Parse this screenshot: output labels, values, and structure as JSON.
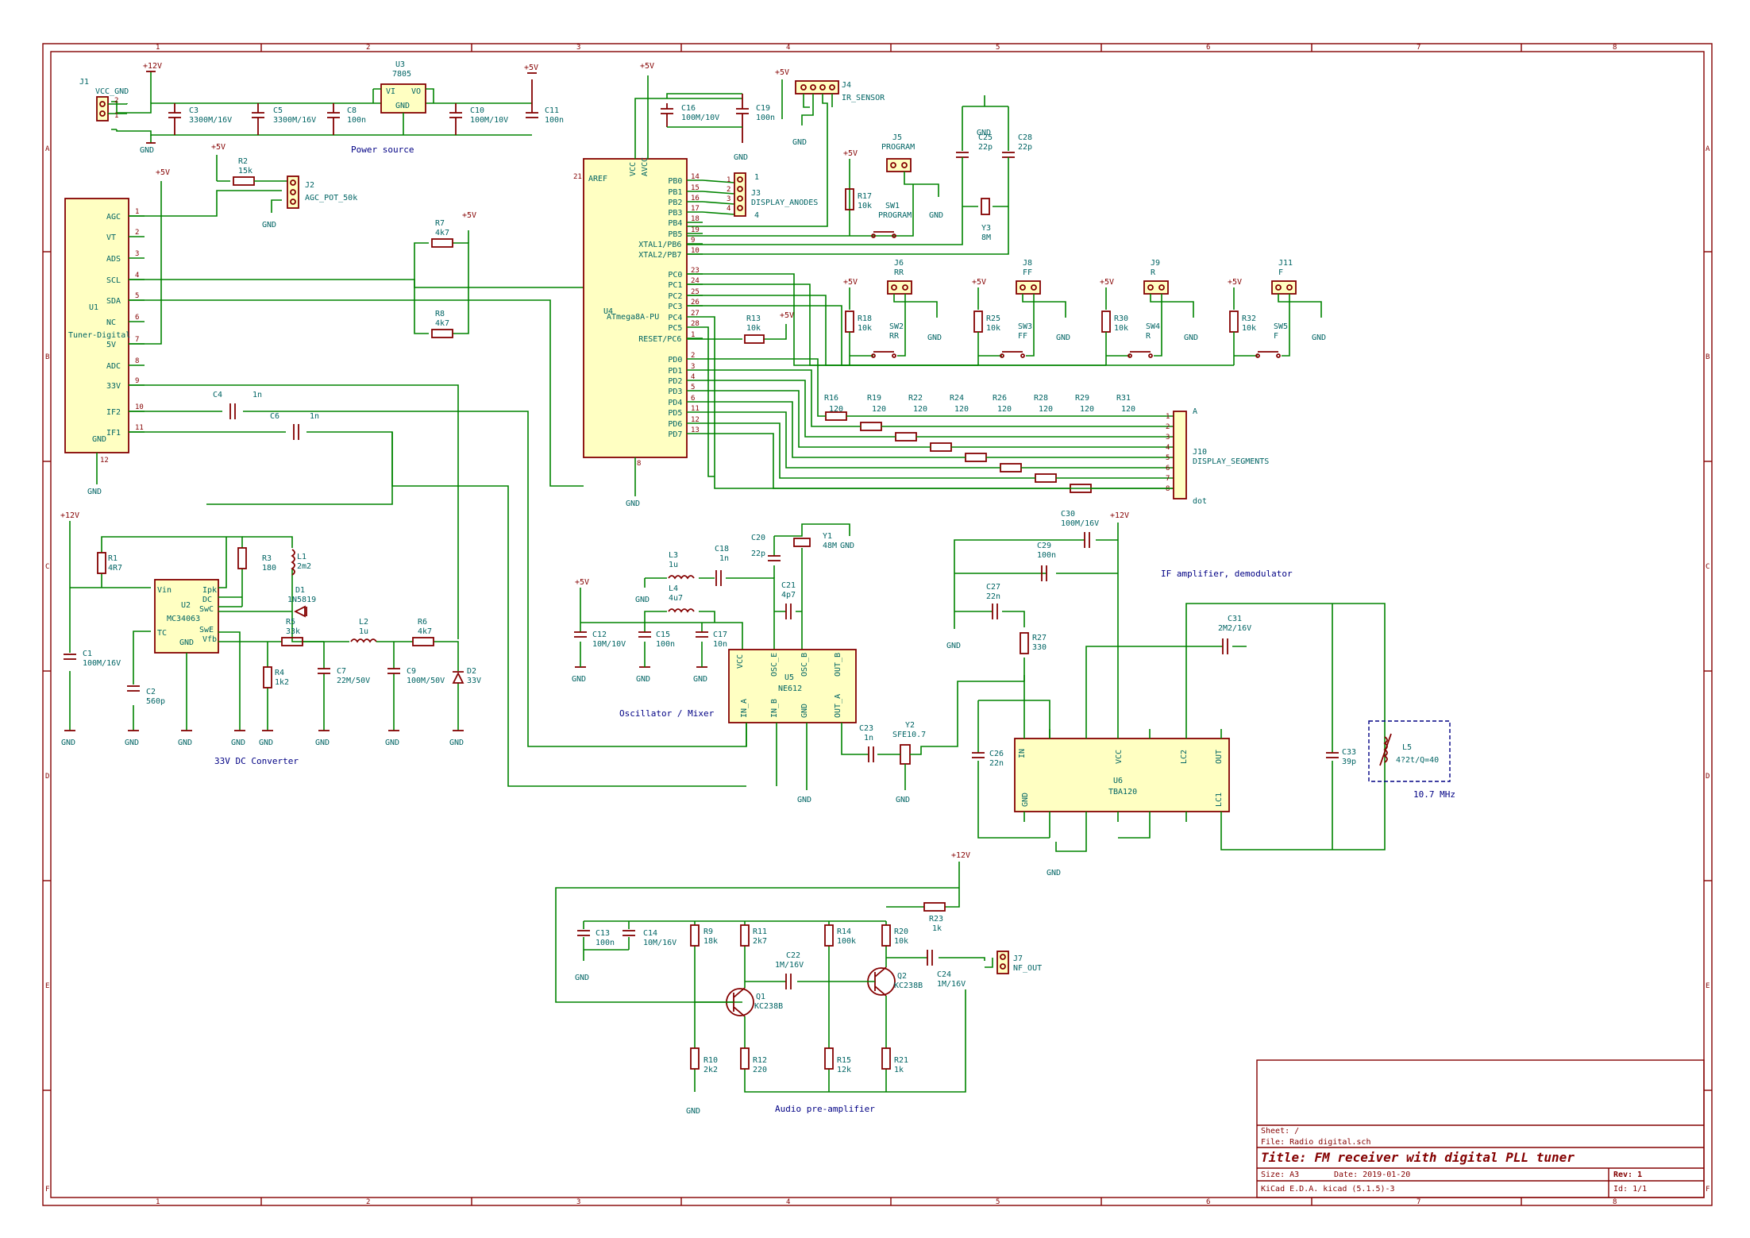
{
  "sheet": {
    "sheet_name": "Sheet: /",
    "file": "File: Radio digital.sch",
    "title": "Title: FM receiver with digital PLL tuner",
    "size": "Size: A3",
    "date": "Date: 2019-01-20",
    "rev": "Rev: 1",
    "tool": "KiCad E.D.A.  kicad (5.1.5)-3",
    "id": "Id: 1/1"
  },
  "grid": {
    "cols": [
      "1",
      "2",
      "3",
      "4",
      "5",
      "6",
      "7",
      "8"
    ],
    "rows": [
      "A",
      "B",
      "C",
      "D",
      "E",
      "F"
    ]
  },
  "sections": {
    "power": "Power source",
    "dcdc": "33V DC Converter",
    "osc": "Oscillator / Mixer",
    "if": "IF amplifier, demodulator",
    "audio": "Audio pre-amplifier",
    "freq": "10.7 MHz"
  },
  "labels": {
    "p12v": "+12V",
    "p5v": "+5V",
    "gnd": "GND",
    "j1": "J1",
    "j1v": "VCC_GND",
    "c3": "C3",
    "c3v": "3300M/16V",
    "c5": "C5",
    "c5v": "3300M/16V",
    "c8": "C8",
    "c8v": "100n",
    "u3": "U3",
    "u3v": "7805",
    "vi": "VI",
    "vo": "VO",
    "c10": "C10",
    "c10v": "100M/10V",
    "c11": "C11",
    "c11v": "100n",
    "r2": "R2",
    "r2v": "15k",
    "j2": "J2",
    "j2v": "AGC_POT_50k",
    "u1": "U1",
    "u1v": "Tuner-Digital",
    "u1p": [
      "AGC",
      "VT",
      "ADS",
      "SCL",
      "SDA",
      "NC",
      "5V",
      "ADC",
      "33V",
      "IF2",
      "IF1",
      "GND"
    ],
    "u1n": [
      "1",
      "2",
      "3",
      "4",
      "5",
      "6",
      "7",
      "8",
      "9",
      "10",
      "11",
      "12"
    ],
    "r7": "R7",
    "r7v": "4k7",
    "r8": "R8",
    "r8v": "4k7",
    "c4": "C4",
    "c4v": "1n",
    "c6": "C6",
    "c6v": "1n",
    "u4": "U4",
    "u4v": "ATmega8A-PU",
    "aref": "AREF",
    "vcc": "VCC",
    "avcc": "AVCC",
    "u4l": [
      "PB0",
      "PB1",
      "PB2",
      "PB3",
      "PB4",
      "PB5",
      "XTAL1/PB6",
      "XTAL2/PB7",
      "PC0",
      "PC1",
      "PC2",
      "PC3",
      "PC4",
      "PC5",
      "RESET/PC6",
      "PD0",
      "PD1",
      "PD2",
      "PD3",
      "PD4",
      "PD5",
      "PD6",
      "PD7"
    ],
    "u4n": [
      "14",
      "15",
      "16",
      "17",
      "18",
      "19",
      "9",
      "10",
      "23",
      "24",
      "25",
      "26",
      "27",
      "28",
      "1",
      "2",
      "3",
      "4",
      "5",
      "6",
      "11",
      "12",
      "13"
    ],
    "c16": "C16",
    "c16v": "100M/10V",
    "c19": "C19",
    "c19v": "100n",
    "j4": "J4",
    "j4v": "IR_SENSOR",
    "j3": "J3",
    "j3v": "DISPLAY_ANODES",
    "r17": "R17",
    "r17v": "10k",
    "j5": "J5",
    "j5v": "PROGRAM",
    "sw1": "SW1",
    "sw1v": "PROGRAM",
    "c25": "C25",
    "c25v": "22p",
    "c28": "C28",
    "c28v": "22p",
    "y3": "Y3",
    "y3v": "8M",
    "j6": "J6",
    "j6v": "RR",
    "r18": "R18",
    "r18v": "10k",
    "sw2": "SW2",
    "sw2v": "RR",
    "j8": "J8",
    "j8v": "FF",
    "r25": "R25",
    "r25v": "10k",
    "sw3": "SW3",
    "sw3v": "FF",
    "j9": "J9",
    "j9v": "R",
    "r30": "R30",
    "r30v": "10k",
    "sw4": "SW4",
    "sw4v": "R",
    "j11": "J11",
    "j11v": "F",
    "r32": "R32",
    "r32v": "10k",
    "sw5": "SW5",
    "sw5v": "F",
    "r13": "R13",
    "r13v": "10k",
    "seg_r": [
      "R16",
      "R19",
      "R22",
      "R24",
      "R26",
      "R28",
      "R29",
      "R31"
    ],
    "seg_v": "120",
    "j10": "J10",
    "j10v": "DISPLAY_SEGMENTS",
    "seg_a": "A",
    "seg_dot": "dot",
    "r1": "R1",
    "r1v": "4R7",
    "r3": "R3",
    "r3v": "180",
    "l1": "L1",
    "l1v": "2m2",
    "d1": "D1",
    "d1v": "1N5819",
    "u2": "U2",
    "u2v": "MC34063",
    "u2p": [
      "Vin",
      "Ipk",
      "DC",
      "SwC",
      "SwE",
      "TC",
      "GND",
      "Vfb"
    ],
    "c1": "C1",
    "c1v": "100M/16V",
    "c2": "C2",
    "c2v": "560p",
    "r5": "R5",
    "r5v": "33k",
    "r4": "R4",
    "r4v": "1k2",
    "l2": "L2",
    "l2v": "1u",
    "r6": "R6",
    "r6v": "4k7",
    "c7": "C7",
    "c7v": "22M/50V",
    "c9": "C9",
    "c9v": "100M/50V",
    "d2": "D2",
    "d2v": "33V",
    "l3": "L3",
    "l3v": "1u",
    "c18": "C18",
    "c18v": "1n",
    "c20": "C20",
    "c20v": "22p",
    "y1": "Y1",
    "y1v": "48M",
    "l4": "L4",
    "l4v": "4u7",
    "c21": "C21",
    "c21v": "4p7",
    "c12": "C12",
    "c12v": "10M/10V",
    "c15": "C15",
    "c15v": "100n",
    "c17": "C17",
    "c17v": "10n",
    "u5": "U5",
    "u5v": "NE612",
    "u5p": [
      "VCC",
      "OSC_E",
      "OSC_B",
      "OUT_B",
      "IN_A",
      "IN_B",
      "GND",
      "OUT_A"
    ],
    "c23": "C23",
    "c23v": "1n",
    "y2": "Y2",
    "y2v": "SFE10.7",
    "c30": "C30",
    "c30v": "100M/16V",
    "c29": "C29",
    "c29v": "100n",
    "c27": "C27",
    "c27v": "22n",
    "r27": "R27",
    "r27v": "330",
    "c26": "C26",
    "c26v": "22n",
    "c31": "C31",
    "c31v": "2M2/16V",
    "u6": "U6",
    "u6v": "TBA120",
    "u6p": [
      "IN",
      "VCC",
      "LC2",
      "OUT",
      "GND",
      "LC1"
    ],
    "c33": "C33",
    "c33v": "39p",
    "l5": "L5",
    "l5v": "4?2t/Q=40",
    "c13": "C13",
    "c13v": "100n",
    "c14": "C14",
    "c14v": "10M/16V",
    "r9": "R9",
    "r9v": "18k",
    "r11": "R11",
    "r11v": "2k7",
    "r14": "R14",
    "r14v": "100k",
    "r20": "R20",
    "r20v": "10k",
    "r23": "R23",
    "r23v": "1k",
    "c22": "C22",
    "c22v": "1M/16V",
    "c24": "C24",
    "c24v": "1M/16V",
    "j7": "J7",
    "j7v": "NF_OUT",
    "q1": "Q1",
    "q1v": "KC238B",
    "q2": "Q2",
    "q2v": "KC238B",
    "r10": "R10",
    "r10v": "2k2",
    "r12": "R12",
    "r12v": "220",
    "r15": "R15",
    "r15v": "12k",
    "r21": "R21",
    "r21v": "1k",
    "j3n": [
      "1",
      "2",
      "3",
      "4"
    ]
  }
}
